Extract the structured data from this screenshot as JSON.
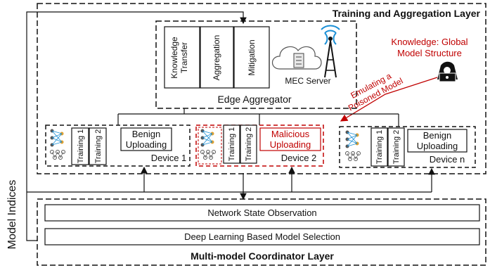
{
  "layers": {
    "training_title": "Training and Aggregation Layer",
    "coordinator_title": "Multi-model Coordinator Layer"
  },
  "side_label": "Model Indices",
  "edge": {
    "modules": [
      "Knowledge\nTransfer",
      "Aggregation",
      "Mitigation"
    ],
    "server_label": "MEC Server",
    "aggregator_label": "Edge Aggregator"
  },
  "attacker": {
    "knowledge_label": "Knowledge: Global\nModel Structure",
    "emulating_label": "Emulating a\nPoisoned Model"
  },
  "devices": [
    {
      "name": "Device 1",
      "training1": "Training 1",
      "training2": "Training 2",
      "upload": "Benign\nUploading",
      "malicious": false
    },
    {
      "name": "Device 2",
      "training1": "Training 1",
      "training2": "Training 2",
      "upload": "Malicious\nUploading",
      "malicious": true
    },
    {
      "name": "Device n",
      "training1": "Training 1",
      "training2": "Training 2",
      "upload": "Benign\nUploading",
      "malicious": false
    }
  ],
  "coordinator": {
    "observation": "Network State Observation",
    "selection": "Deep Learning Based Model Selection"
  },
  "colors": {
    "red": "#c00000",
    "black": "#111111"
  }
}
